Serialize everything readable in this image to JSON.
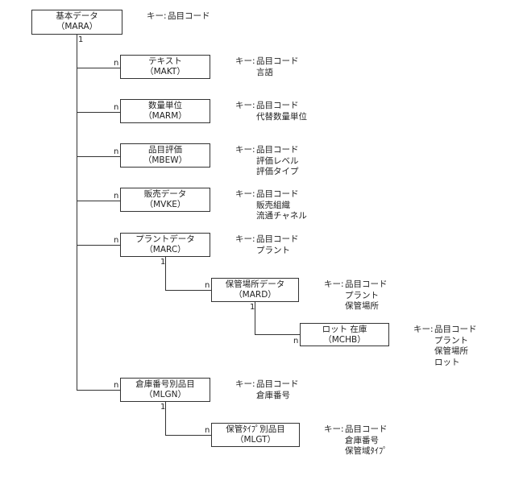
{
  "key_label": "キー:",
  "tables": {
    "mara": {
      "name": "基本データ",
      "id": "（MARA）",
      "keys": [
        "品目コード"
      ]
    },
    "makt": {
      "name": "テキスト",
      "id": "（MAKT）",
      "keys": [
        "品目コード",
        "言語"
      ]
    },
    "marm": {
      "name": "数量単位",
      "id": "（MARM）",
      "keys": [
        "品目コード",
        "代替数量単位"
      ]
    },
    "mbew": {
      "name": "品目評価",
      "id": "（MBEW）",
      "keys": [
        "品目コード",
        "評価レベル",
        "評価タイプ"
      ]
    },
    "mvke": {
      "name": "販売データ",
      "id": "（MVKE）",
      "keys": [
        "品目コード",
        "販売組織",
        "流通チャネル"
      ]
    },
    "marc": {
      "name": "プラントデータ",
      "id": "（MARC）",
      "keys": [
        "品目コード",
        "プラント"
      ]
    },
    "mard": {
      "name": "保管場所データ",
      "id": "（MARD）",
      "keys": [
        "品目コード",
        "プラント",
        "保管場所"
      ]
    },
    "mchb": {
      "name": "ロット 在庫",
      "id": "（MCHB）",
      "keys": [
        "品目コード",
        "プラント",
        "保管場所",
        "ロット"
      ]
    },
    "mlgn": {
      "name": "倉庫番号別品目",
      "id": "（MLGN）",
      "keys": [
        "品目コード",
        "倉庫番号"
      ]
    },
    "mlgt": {
      "name": "保管ﾀｲﾌﾟ別品目",
      "id": "（MLGT）",
      "keys": [
        "品目コード",
        "倉庫番号",
        "保管域ﾀｲﾌﾟ"
      ]
    }
  },
  "cardinality": {
    "one": "1",
    "many": "n"
  }
}
